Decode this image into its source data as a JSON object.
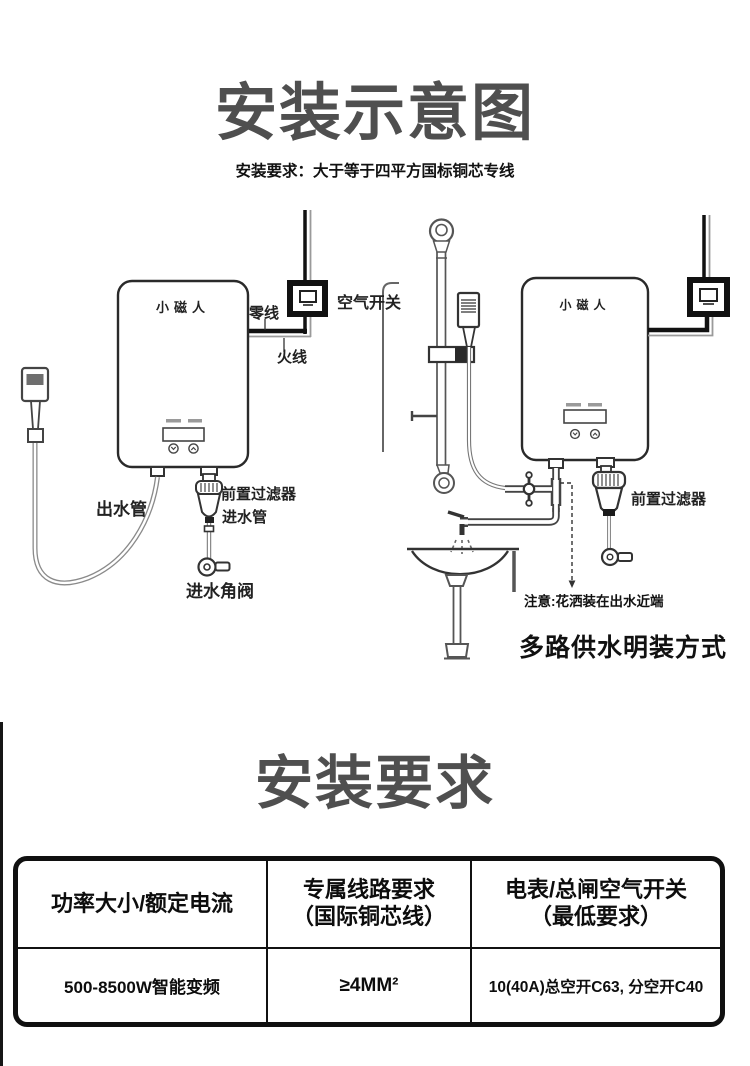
{
  "section_install_diagram": {
    "title": "安装示意图",
    "subtitle": "安装要求：大于等于四平方国标铜芯专线",
    "left_diagram": {
      "brand": "小磁人",
      "labels": {
        "neutral_wire": "零线",
        "live_wire": "火线",
        "air_switch": "空气开关",
        "outlet_pipe": "出水管",
        "prefilter": "前置过滤器",
        "inlet_pipe": "进水管",
        "inlet_angle_valve": "进水角阀"
      }
    },
    "right_diagram": {
      "brand": "小磁人",
      "labels": {
        "prefilter": "前置过滤器",
        "note": "注意:花洒装在出水近端",
        "caption": "多路供水明装方式"
      }
    }
  },
  "section_requirements": {
    "title": "安装要求",
    "table": {
      "headers": [
        {
          "line1": "功率大小/额定电流",
          "line2": ""
        },
        {
          "line1": "专属线路要求",
          "line2": "（国际铜芯线）"
        },
        {
          "line1": "电表/总闸空气开关",
          "line2": "（最低要求）"
        }
      ],
      "rows": [
        [
          "500-8500W智能变频",
          "≥4MM²",
          "10(40A)总空开C63, 分空开C40"
        ]
      ]
    }
  },
  "colors": {
    "title_gray": "#4f4f4f",
    "line_dark": "#3b3b3b",
    "heavy_black": "#111111",
    "wire_gray": "#9a9a9a"
  }
}
